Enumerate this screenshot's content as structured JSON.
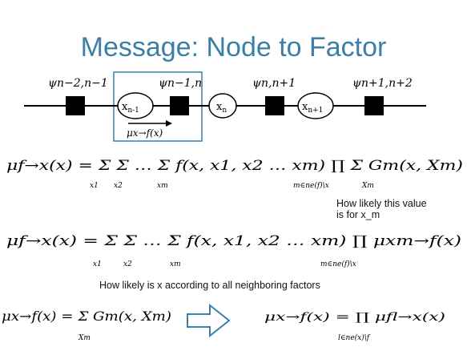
{
  "slide": {
    "title": "Message: Node to Factor",
    "chain": {
      "factor_labels": [
        "ψn−2,n−1",
        "ψn−1,n",
        "ψn,n+1",
        "ψn+1,n+2"
      ],
      "node_labels": [
        "x",
        "x",
        "x"
      ],
      "node_subscripts": [
        "n-1",
        "n",
        "n+1"
      ],
      "message_label": "μx→f(x)"
    },
    "equations": {
      "eq1": "μf→x(x) = Σ Σ … Σ f(x, x1, x2 … xm)  ∏  Σ Gm(x, Xm)",
      "eq1_sub_sums": [
        "x1",
        "x2",
        "xm"
      ],
      "eq1_sub_prod": "m∈ne(f)\\x",
      "eq1_sub_inner": "Xm",
      "eq2": "μf→x(x) = Σ Σ … Σ f(x, x1, x2 … xm)  ∏  μxm→f(x)",
      "eq2_sub_sums": [
        "x1",
        "x2",
        "xm"
      ],
      "eq2_sub_prod": "m∈ne(f)\\x",
      "eq3_left": "μx→f(x) = Σ Gm(x, Xm)",
      "eq3_left_sub": "Xm",
      "eq3_right": "μx→f(x) = ∏ μfl→x(x)",
      "eq3_right_sub": "l∈ne(x)\\f"
    },
    "notes": {
      "note1_line1": "How likely this value",
      "note1_line2": "is for x_m",
      "note2": "How likely is x according to all neighboring factors"
    },
    "colors": {
      "title": "#3b7fa8",
      "highlight_box": "#3b7fa8",
      "arrow_outline": "#3b7fa8"
    }
  }
}
